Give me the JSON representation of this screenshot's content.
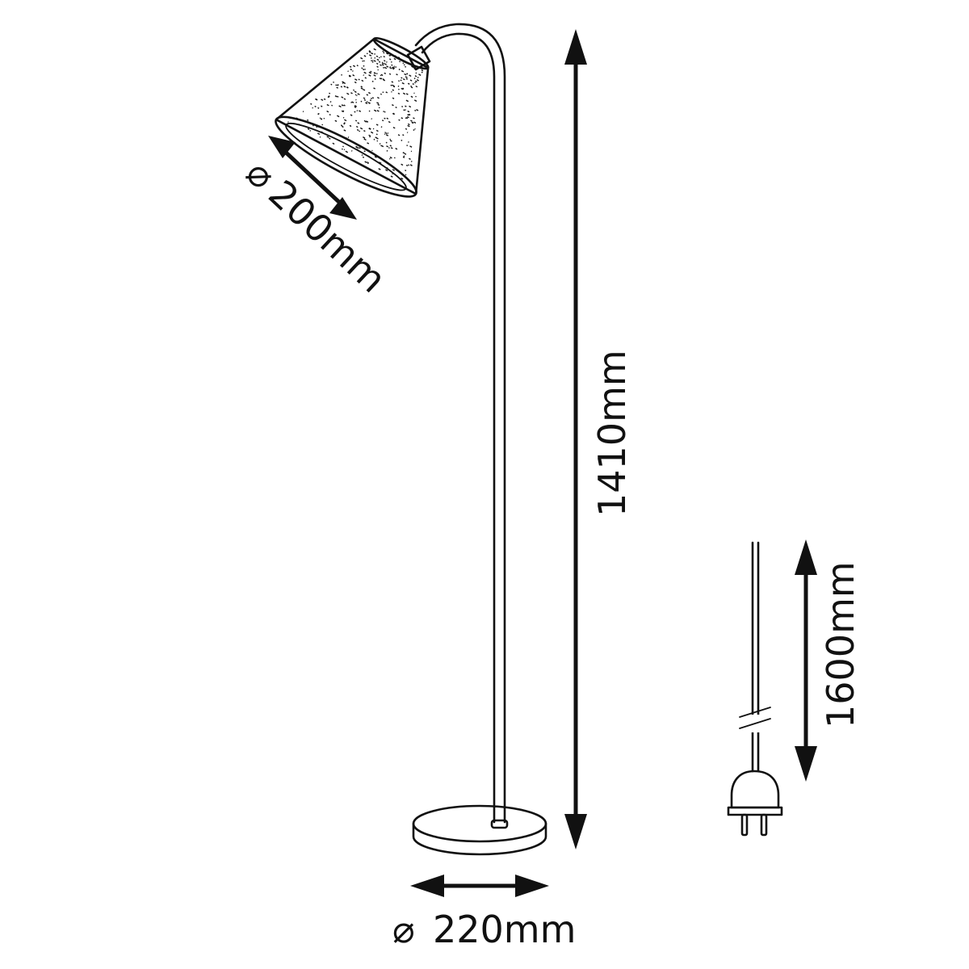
{
  "diagram": {
    "colors": {
      "ink": "#111111",
      "background": "#ffffff"
    },
    "dimensions": {
      "shade_diameter": {
        "symbol": "⌀",
        "label": "200mm"
      },
      "total_height": {
        "label": "1410mm"
      },
      "base_diameter": {
        "symbol": "⌀",
        "label": "220mm"
      },
      "cable_length": {
        "label": "1600mm"
      }
    },
    "icons": [
      "floor-lamp",
      "lamp-shade",
      "lamp-base",
      "power-plug",
      "cable-break",
      "double-arrow"
    ]
  }
}
